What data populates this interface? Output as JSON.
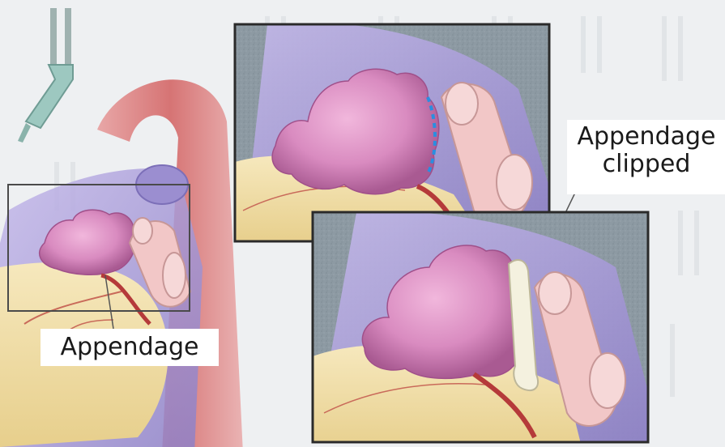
{
  "labels": {
    "appendage": "Appendage",
    "clipped_line1": "Appendage",
    "clipped_line2": "clipped"
  },
  "colors": {
    "background": "#eef0f2",
    "inset_border": "#2a2a2a",
    "appendage_pink": "#d98bc0",
    "aorta_red": "#d66a6a",
    "heart_yellow": "#f0dfa6",
    "atrium_purple": "#a89ad6",
    "clip_white": "#f4f1df",
    "dashed_cut_blue": "#2a8ee0",
    "inset_background": "#8d9aa3"
  },
  "icons": [
    "surgical-instrument-icon"
  ]
}
